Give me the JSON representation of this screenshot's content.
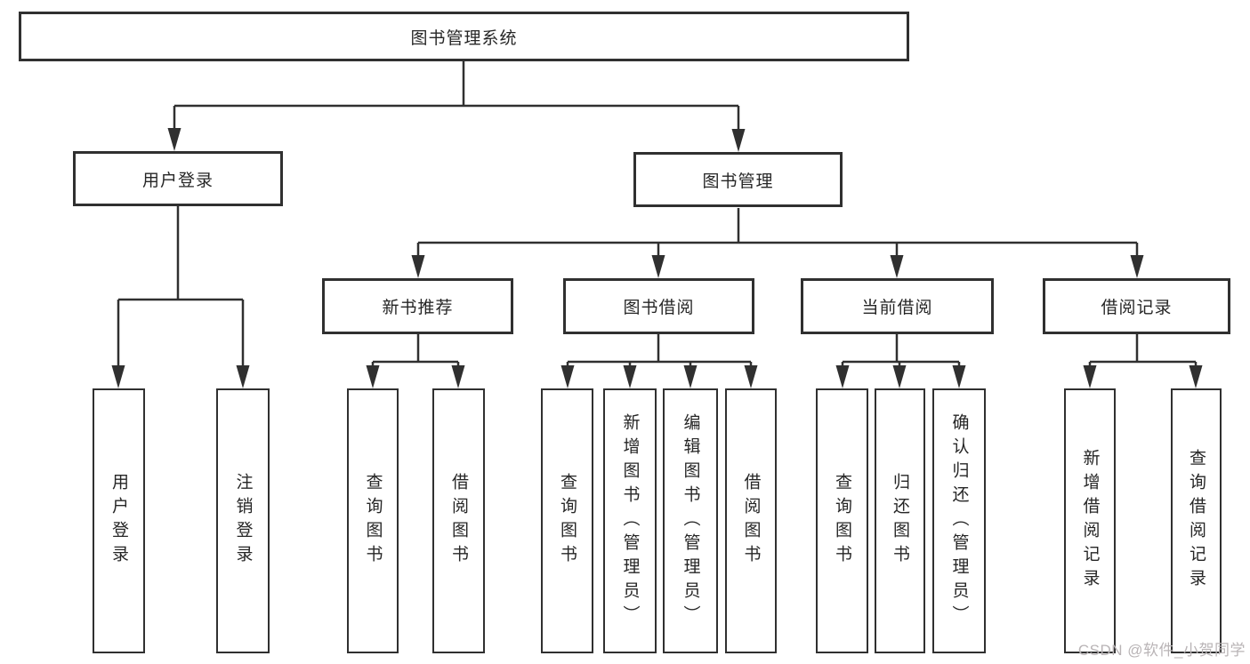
{
  "tree": {
    "root": "图书管理系统",
    "level2": [
      "用户登录",
      "图书管理"
    ],
    "level3": [
      "新书推荐",
      "图书借阅",
      "当前借阅",
      "借阅记录"
    ],
    "leaves": {
      "user_login": [
        "用户登录",
        "注销登录"
      ],
      "new_book": [
        "查询图书",
        "借阅图书"
      ],
      "book_borrow": [
        "查询图书",
        "新增图书（管理员）",
        "编辑图书（管理员）",
        "借阅图书"
      ],
      "current_borrow": [
        "查询图书",
        "归还图书",
        "确认归还（管理员）"
      ],
      "borrow_records": [
        "新增借阅记录",
        "查询借阅记录"
      ]
    }
  },
  "watermark": {
    "text": "CSDN @软件_小贺同学"
  },
  "colors": {
    "line": "#303030",
    "text": "#262626",
    "watermark": "#b9b4b6",
    "background": "#ffffff"
  }
}
